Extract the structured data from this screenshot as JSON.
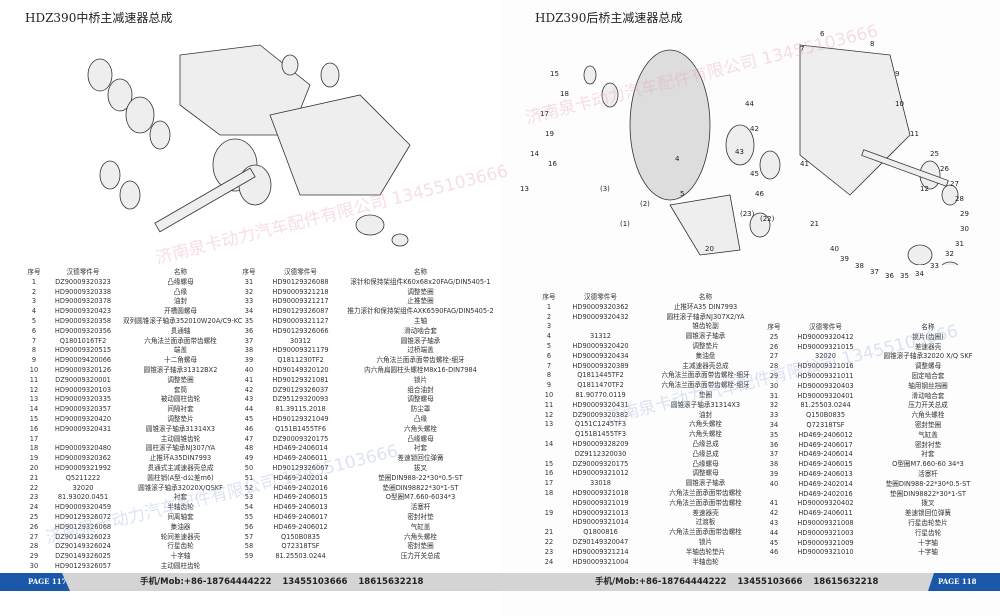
{
  "left": {
    "title": "HDZ390中桥主减速器总成",
    "page": "PAGE 117",
    "headers": [
      "序号",
      "汉德零件号",
      "名称"
    ],
    "table1": [
      [
        "1",
        "DZ90009320323",
        "凸缘螺母"
      ],
      [
        "2",
        "HD90009320338",
        "凸缘"
      ],
      [
        "3",
        "HD90009320378",
        "油封"
      ],
      [
        "4",
        "HD90009320423",
        "开槽圆螺母"
      ],
      [
        "5",
        "HD90009320358",
        "双列圆锥滚子轴承352010W20A/C9-KC"
      ],
      [
        "6",
        "HD90009320356",
        "贯通轴"
      ],
      [
        "7",
        "Q1801016TF2",
        "六角法兰面承面带齿螺栓"
      ],
      [
        "8",
        "HD90009320515",
        "端盖"
      ],
      [
        "9",
        "HD90009420066",
        "十二角螺母"
      ],
      [
        "10",
        "HD90009320126",
        "圆锥滚子轴承31312BX2"
      ],
      [
        "11",
        "DZ90009320001",
        "调整垫圈"
      ],
      [
        "12",
        "HD90009320103",
        "套筒"
      ],
      [
        "13",
        "HD90009320335",
        "被动圆柱齿轮"
      ],
      [
        "14",
        "HD90009320357",
        "间隔衬套"
      ],
      [
        "15",
        "HD90009320420",
        "调整垫片"
      ],
      [
        "16",
        "HD90009320431",
        "圆锥滚子轴承31314X3"
      ],
      [
        "17",
        "",
        "主动圆锥齿轮"
      ],
      [
        "18",
        "HD90009320480",
        "圆柱滚子轴承NJ307/YA"
      ],
      [
        "19",
        "HD90009320362",
        "止推环A35DIN7993"
      ],
      [
        "20",
        "HD90009321992",
        "贯通式主减速器壳总成"
      ],
      [
        "21",
        "Q5211222",
        "圆柱销(A型-d公差m6)"
      ],
      [
        "22",
        "32020",
        "圆锥滚子轴承32020X/QSKF"
      ],
      [
        "23",
        "81.93020.0451",
        "衬套"
      ],
      [
        "24",
        "HD90009320459",
        "半轴齿轮"
      ],
      [
        "25",
        "HD90129326072",
        "间离轴套"
      ],
      [
        "26",
        "HD90129326068",
        "集油器"
      ],
      [
        "27",
        "DZ90149326023",
        "轮间差速器壳"
      ],
      [
        "28",
        "DZ90149326024",
        "行星齿轮"
      ],
      [
        "29",
        "DZ90149326025",
        "十字轴"
      ],
      [
        "30",
        "HD90129326057",
        "主动圆柱齿轮"
      ]
    ],
    "table2": [
      [
        "31",
        "HD90129326088",
        "滚针和保持架组件K60x68x20FAG/DIN5405-1"
      ],
      [
        "32",
        "HD90009321218",
        "调整垫圈"
      ],
      [
        "33",
        "HD90009321217",
        "止推垫圈"
      ],
      [
        "34",
        "HD90129326087",
        "推力滚针和保持架组件AXK6590FAG/DIN5405-2"
      ],
      [
        "35",
        "HD90009321127",
        "主轴"
      ],
      [
        "36",
        "HD90129326066",
        "滑动啮合套"
      ],
      [
        "37",
        "30312",
        "圆锥滚子轴承"
      ],
      [
        "38",
        "HD90009321179",
        "过桥端盖"
      ],
      [
        "39",
        "Q1811230TF2",
        "六角法兰面承面带齿螺栓-细牙"
      ],
      [
        "40",
        "HD90149320120",
        "内六角扁圆柱头螺栓M8x16-DIN7984"
      ],
      [
        "41",
        "HD90129321081",
        "锁片"
      ],
      [
        "42",
        "DZ90129326037",
        "组合油封"
      ],
      [
        "43",
        "DZ95129320093",
        "调整螺母"
      ],
      [
        "44",
        "81.39115.2018",
        "防尘罩"
      ],
      [
        "45",
        "HD90129321049",
        "凸缘"
      ],
      [
        "46",
        "Q151B1455TF6",
        "六角头螺栓"
      ],
      [
        "47",
        "DZ90009320175",
        "凸缘螺母"
      ],
      [
        "48",
        "HD469-2406014",
        "衬套"
      ],
      [
        "49",
        "HD469-2406011",
        "差速锁回位弹簧"
      ],
      [
        "50",
        "HD90129326067",
        "拔叉"
      ],
      [
        "51",
        "HD469-2402014",
        "垫圈DIN988-22*30*0.5-ST"
      ],
      [
        "52",
        "HD469-2402016",
        "垫圈DIN98822*30*1-ST"
      ],
      [
        "53",
        "HD469-2406015",
        "O型圈M7.660-6034*3"
      ],
      [
        "54",
        "HD469-2406013",
        "活塞杆"
      ],
      [
        "55",
        "HD469-2406017",
        "密封衬垫"
      ],
      [
        "56",
        "HD469-2406012",
        "气缸盖"
      ],
      [
        "57",
        "Q150B0835",
        "六角头螺栓"
      ],
      [
        "58",
        "Q72318TSF",
        "密封垫圈"
      ],
      [
        "59",
        "81.25503.0244",
        "压力开关总成"
      ]
    ]
  },
  "right": {
    "title": "HDZ390后桥主减速器总成",
    "page": "PAGE 118",
    "headers": [
      "序号",
      "汉德零件号",
      "名称"
    ],
    "table1": [
      [
        "1",
        "HD90009320362",
        "止推环A35 DIN7993"
      ],
      [
        "2",
        "HD90009320432",
        "圆柱滚子轴承NJ307X2/YA"
      ],
      [
        "3",
        "",
        "锥齿轮副"
      ],
      [
        "4",
        "31312",
        "圆锥滚子轴承"
      ],
      [
        "5",
        "HD90009320420",
        "调整垫片"
      ],
      [
        "6",
        "HD90009320434",
        "集油盘"
      ],
      [
        "7",
        "HD90009320389",
        "主减速器壳总成"
      ],
      [
        "8",
        "Q1811445TF2",
        "六角法兰面承面带齿螺栓-细牙"
      ],
      [
        "9",
        "Q1811470TF2",
        "六角法兰面承面带齿螺栓-细牙"
      ],
      [
        "10",
        "81.90770.0119",
        "垫圈"
      ],
      [
        "11",
        "HD90009320431",
        "圆锥滚子轴承31314X3"
      ],
      [
        "12",
        "DZ90009320382",
        "油封"
      ],
      [
        "13",
        "Q151C1245TF3",
        "六角头螺栓"
      ],
      [
        "",
        "Q151B1455TF3",
        "六角头螺栓"
      ],
      [
        "14",
        "HD90009328209",
        "凸缘总成"
      ],
      [
        "",
        "DZ9112320030",
        "凸缘总成"
      ],
      [
        "15",
        "DZ90009320175",
        "凸缘螺母"
      ],
      [
        "16",
        "HD90009321012",
        "调整螺母"
      ],
      [
        "17",
        "33018",
        "圆锥滚子轴承"
      ],
      [
        "18",
        "HD90009321018",
        "六角法兰面承面带齿螺栓"
      ],
      [
        "",
        "HD90009321019",
        "六角法兰面承面带齿螺栓"
      ],
      [
        "19",
        "HD90009321013",
        "差速器壳"
      ],
      [
        "",
        "HD90009321014",
        "过渡板"
      ],
      [
        "21",
        "Q1800816",
        "六角法兰面承面带齿螺栓"
      ],
      [
        "22",
        "DZ90149320047",
        "锁片"
      ],
      [
        "23",
        "HD90009321214",
        "半轴齿轮垫片"
      ],
      [
        "24",
        "HD90009321004",
        "半轴齿轮"
      ]
    ],
    "table2": [
      [
        "25",
        "HD90009320412",
        "锁片(齿圈)"
      ],
      [
        "26",
        "HD90009321015",
        "差速器壳"
      ],
      [
        "27",
        "32020",
        "圆锥滚子轴承32020 X/Q SKF"
      ],
      [
        "28",
        "HD90009321016",
        "调整螺母"
      ],
      [
        "29",
        "HD90009321011",
        "固定啮合套"
      ],
      [
        "30",
        "HD90009320403",
        "轴用钢丝挡圈"
      ],
      [
        "31",
        "HD90009320401",
        "滑动啮合套"
      ],
      [
        "32",
        "81.25503.0244",
        "压力开关总成"
      ],
      [
        "33",
        "Q150B0835",
        "六角头螺栓"
      ],
      [
        "34",
        "Q72318TSF",
        "密封垫圈"
      ],
      [
        "35",
        "HD469-2406012",
        "气缸盖"
      ],
      [
        "36",
        "HD469-2406017",
        "密封衬垫"
      ],
      [
        "37",
        "HD469-2406014",
        "衬套"
      ],
      [
        "38",
        "HD469-2406015",
        "O型圈M7.660-60 34*3"
      ],
      [
        "39",
        "HD469-2406013",
        "活塞杆"
      ],
      [
        "40",
        "HD469-2402014",
        "垫圈DIN988-22*30*0.5-ST"
      ],
      [
        "",
        "HD469-2402016",
        "垫圈DIN98822*30*1-ST"
      ],
      [
        "41",
        "HD90009320402",
        "拨叉"
      ],
      [
        "42",
        "HD469-2406011",
        "差速锁回位弹簧"
      ],
      [
        "43",
        "HD90009321008",
        "行星齿轮垫片"
      ],
      [
        "44",
        "HD90009321003",
        "行星齿轮"
      ],
      [
        "45",
        "HD90009321009",
        "十字轴"
      ],
      [
        "46",
        "HD90009321010",
        "十字轴"
      ]
    ],
    "callouts": [
      "15",
      "18",
      "17",
      "19",
      "16",
      "(3)",
      "(2)",
      "(1)",
      "14",
      "13",
      "4",
      "5",
      "44",
      "42",
      "43",
      "45",
      "46",
      "41",
      "6",
      "7",
      "8",
      "9",
      "10",
      "11",
      "12",
      "(23)",
      "(22)",
      "21",
      "20",
      "25",
      "26",
      "27",
      "28",
      "29",
      "30",
      "31",
      "32",
      "33",
      "34",
      "35",
      "36",
      "37",
      "38",
      "39",
      "40"
    ]
  },
  "footer": {
    "mobile": "手机/Mob:+86-18764444222  13455103666  18615632218"
  },
  "watermark": "济南泉卡动力汽车配件有限公司 13455103666",
  "colors": {
    "page_tag": "#1a57a8",
    "footer_bar": "#d4d4d4",
    "watermark_pink": "#e8a0c0",
    "watermark_blue": "#9ab0e0"
  }
}
